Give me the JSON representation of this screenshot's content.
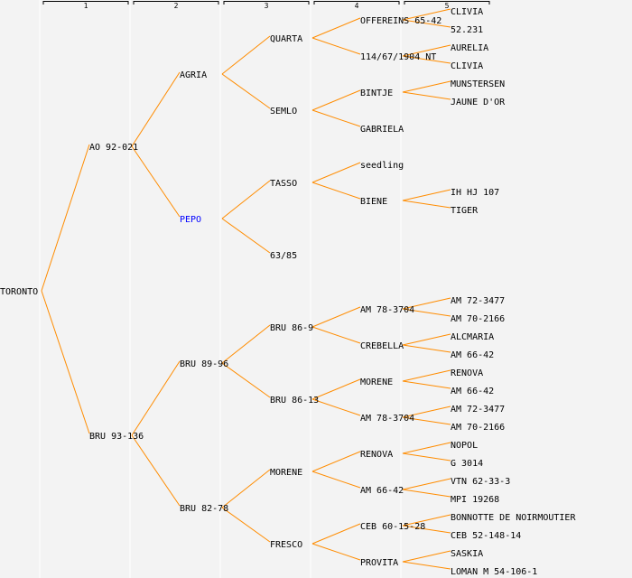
{
  "columns": [
    "1",
    "2",
    "3",
    "4",
    "5"
  ],
  "colors": {
    "edge": "#ff8c00",
    "highlight": "#0000ff",
    "text": "#000000",
    "divider": "#ffffff"
  },
  "tree": {
    "label": "TORONTO",
    "children": [
      {
        "label": "AO 92-021",
        "children": [
          {
            "label": "AGRIA",
            "children": [
              {
                "label": "QUARTA",
                "children": [
                  {
                    "label": "OFFEREINS 65-42",
                    "children": [
                      {
                        "label": "CLIVIA"
                      },
                      {
                        "label": "52.231"
                      }
                    ]
                  },
                  {
                    "label": "114/67/1904 NT",
                    "children": [
                      {
                        "label": "AURELIA"
                      },
                      {
                        "label": "CLIVIA"
                      }
                    ]
                  }
                ]
              },
              {
                "label": "SEMLO",
                "children": [
                  {
                    "label": "BINTJE",
                    "children": [
                      {
                        "label": "MUNSTERSEN"
                      },
                      {
                        "label": "JAUNE D'OR"
                      }
                    ]
                  },
                  {
                    "label": "GABRIELA"
                  }
                ]
              }
            ]
          },
          {
            "label": "PEPO",
            "highlight": true,
            "children": [
              {
                "label": "TASSO",
                "children": [
                  {
                    "label": "seedling"
                  },
                  {
                    "label": "BIENE",
                    "children": [
                      {
                        "label": "IH HJ 107"
                      },
                      {
                        "label": "TIGER"
                      }
                    ]
                  }
                ]
              },
              {
                "label": "63/85"
              }
            ]
          }
        ]
      },
      {
        "label": "BRU 93-136",
        "children": [
          {
            "label": "BRU 89-96",
            "children": [
              {
                "label": "BRU 86-9",
                "children": [
                  {
                    "label": "AM 78-3704",
                    "children": [
                      {
                        "label": "AM 72-3477"
                      },
                      {
                        "label": "AM 70-2166"
                      }
                    ]
                  },
                  {
                    "label": "CREBELLA",
                    "children": [
                      {
                        "label": "ALCMARIA"
                      },
                      {
                        "label": "AM 66-42"
                      }
                    ]
                  }
                ]
              },
              {
                "label": "BRU 86-13",
                "children": [
                  {
                    "label": "MORENE",
                    "children": [
                      {
                        "label": "RENOVA"
                      },
                      {
                        "label": "AM 66-42"
                      }
                    ]
                  },
                  {
                    "label": "AM 78-3704",
                    "children": [
                      {
                        "label": "AM 72-3477"
                      },
                      {
                        "label": "AM 70-2166"
                      }
                    ]
                  }
                ]
              }
            ]
          },
          {
            "label": "BRU 82-78",
            "children": [
              {
                "label": "MORENE",
                "children": [
                  {
                    "label": "RENOVA",
                    "children": [
                      {
                        "label": "NOPOL"
                      },
                      {
                        "label": "G 3014"
                      }
                    ]
                  },
                  {
                    "label": "AM 66-42",
                    "children": [
                      {
                        "label": "VTN 62-33-3"
                      },
                      {
                        "label": "MPI 19268"
                      }
                    ]
                  }
                ]
              },
              {
                "label": "FRESCO",
                "children": [
                  {
                    "label": "CEB 60-15-28",
                    "children": [
                      {
                        "label": "BONNOTTE DE NOIRMOUTIER"
                      },
                      {
                        "label": "CEB 52-148-14"
                      }
                    ]
                  },
                  {
                    "label": "PROVITA",
                    "children": [
                      {
                        "label": "SASKIA"
                      },
                      {
                        "label": "LOMAN M 54-106-1"
                      }
                    ]
                  }
                ]
              }
            ]
          }
        ]
      }
    ]
  }
}
